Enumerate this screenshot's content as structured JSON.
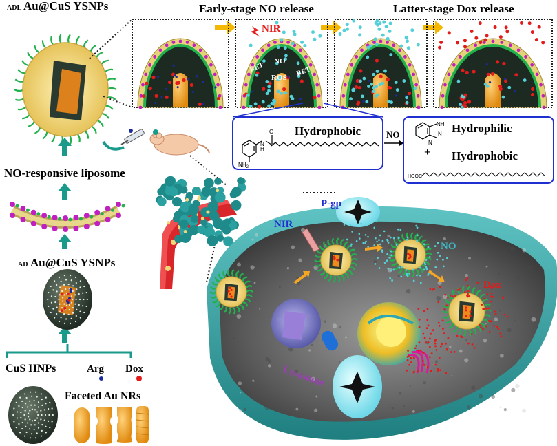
{
  "labels": {
    "adl_prefix": "ADL",
    "adl_name": "Au@CuS YSNPs",
    "ad_prefix": "AD",
    "ad_name": "Au@CuS YSNPs",
    "liposome": "NO-responsive liposome",
    "cus_hnps": "CuS HNPs",
    "arg": "Arg",
    "dox": "Dox",
    "faceted_au": "Faceted Au NRs",
    "early_stage": "Early-stage NO release",
    "latter_stage": "Latter-stage Dox release",
    "nir_top": "NIR",
    "no_panel": "NO",
    "ret_left": "RET",
    "ret_right": "RET",
    "ros": "ROS",
    "hydrophobic_left": "Hydrophobic",
    "no_arrow": "NO",
    "hydrophilic": "Hydrophilic",
    "plus": "+",
    "hydrophobic_right": "Hydrophobic",
    "nh2": "NH",
    "nh2_sub": "2",
    "amide_h": "H",
    "amide_n": "N",
    "amide_o": "O",
    "triazole_nh": "NH",
    "triazole_n1": "N",
    "triazole_n2": "N",
    "hooc": "HOOC",
    "pgp": "P-gp",
    "nir_cell": "NIR",
    "no_cell": "NO",
    "dox_cell": "Dox",
    "lysosome": "Lysosome"
  },
  "colors": {
    "gold": "#f2d77a",
    "ligand_green": "#22b14c",
    "teal": "#3a8f8f",
    "cyan_no": "#55d0d8",
    "dox_red": "#e21b1b",
    "arg_blue": "#1a2a9a",
    "orange_nr": "#f5a623",
    "arrow_teal": "#1a9a8a",
    "arrow_yellow": "#f5b800",
    "title_blue": "#1f2fd0",
    "lysosome_purple": "#9b3fb5"
  },
  "icons": [
    "arrow-icon",
    "syringe-icon",
    "mouse-icon",
    "laser-icon",
    "pgp-pump-icon"
  ]
}
